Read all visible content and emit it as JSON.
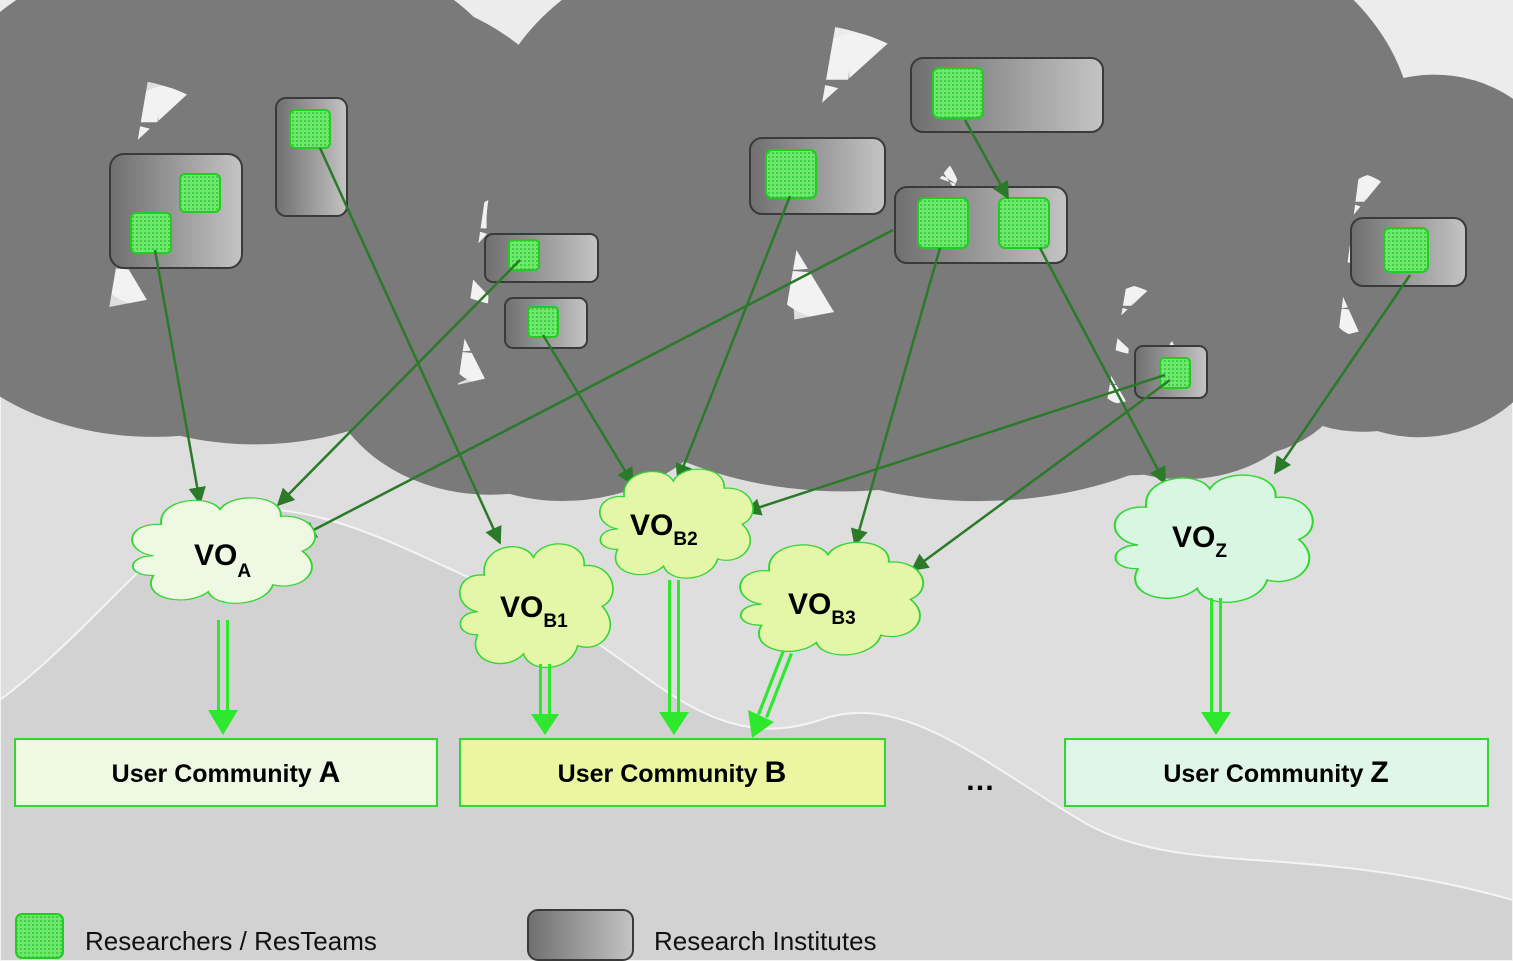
{
  "vos": [
    {
      "main": "VO",
      "sub": "A"
    },
    {
      "main": "VO",
      "sub": "B1"
    },
    {
      "main": "VO",
      "sub": "B2"
    },
    {
      "main": "VO",
      "sub": "B3"
    },
    {
      "main": "VO",
      "sub": "Z"
    }
  ],
  "communities": [
    {
      "label": "User Community ",
      "letter": "A"
    },
    {
      "label": "User Community ",
      "letter": "B"
    },
    {
      "label": "User Community ",
      "letter": "Z"
    }
  ],
  "ellipsis": "…",
  "legend": {
    "researchers": "Researchers / ResTeams",
    "institutes": "Research Institutes"
  },
  "colors": {
    "arrow": "#2a7a2a",
    "community_arrow": "#2ee82e",
    "researcher_fill": "#5ee85e",
    "institute_fill": "#8a8a8a",
    "cloud_fill": "#f2f2f2",
    "vo_a_fill": "#eef8e2",
    "vo_b_fill": "#e4f6a8",
    "vo_z_fill": "#d8f6e2",
    "uc_a_fill": "#eef8e2",
    "uc_b_fill": "#eaf6a0",
    "uc_z_fill": "#dff6e8"
  }
}
